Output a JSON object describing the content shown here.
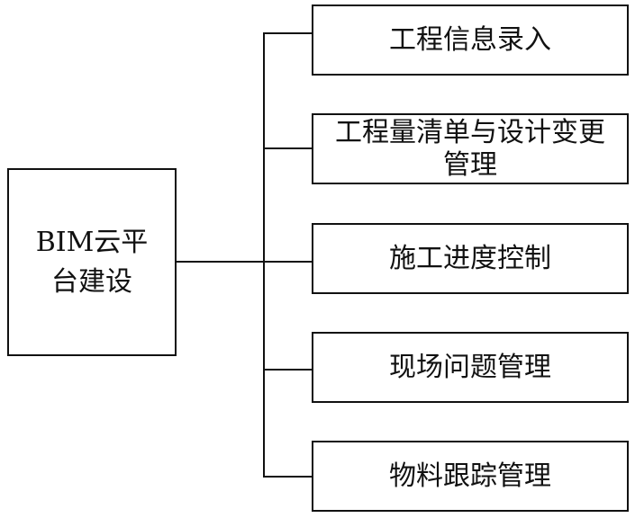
{
  "diagram": {
    "root": {
      "label": "BIM云平台建设"
    },
    "children": [
      {
        "label": "工程信息录入"
      },
      {
        "label": "工程量清单与设计变更管理"
      },
      {
        "label": "施工进度控制"
      },
      {
        "label": "现场问题管理"
      },
      {
        "label": "物料跟踪管理"
      }
    ]
  }
}
